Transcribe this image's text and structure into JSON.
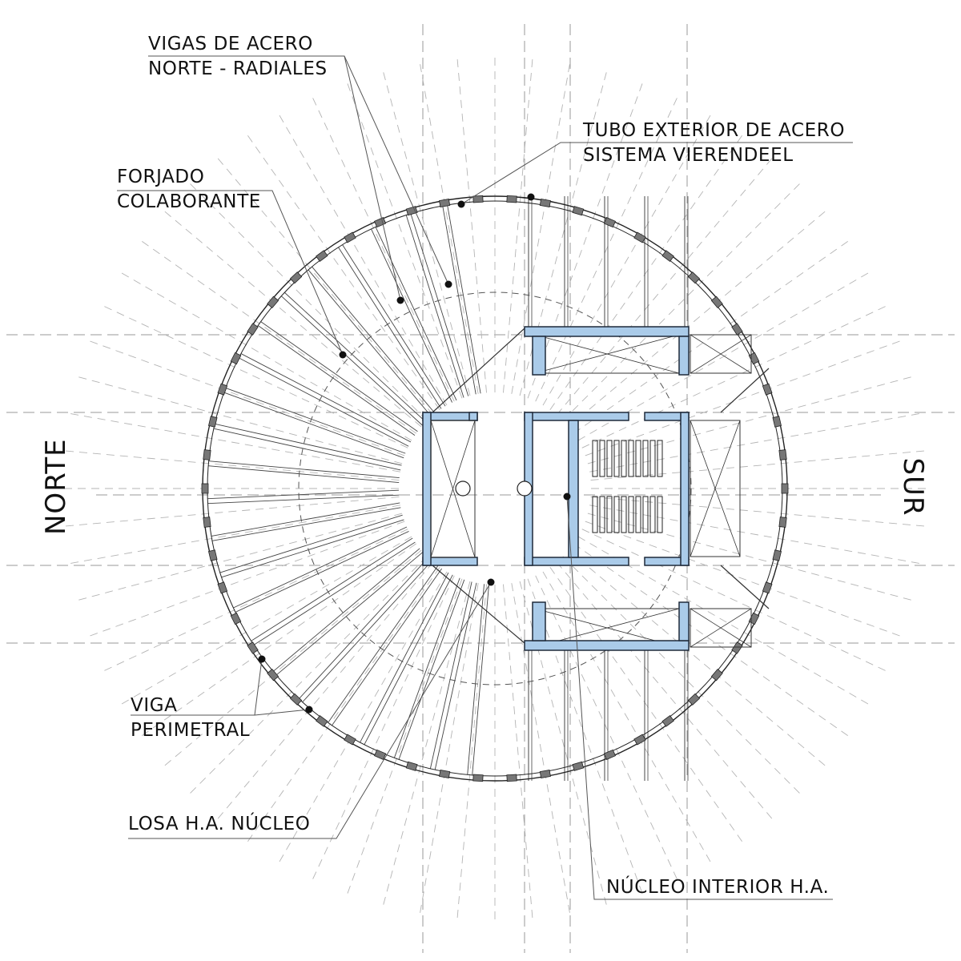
{
  "labels": {
    "vigas_acero": [
      "VIGAS DE ACERO",
      "NORTE - RADIALES"
    ],
    "tubo_exterior": [
      "TUBO EXTERIOR DE ACERO",
      "SISTEMA VIERENDEEL"
    ],
    "forjado": [
      "FORJADO",
      "COLABORANTE"
    ],
    "viga_perimetral": [
      "VIGA",
      "PERIMETRAL"
    ],
    "losa_nucleo": "LOSA H.A. NÚCLEO",
    "nucleo_interior": "NÚCLEO INTERIOR H.A."
  },
  "orientation": {
    "north": "NORTE",
    "south": "SUR"
  },
  "colors": {
    "core_wall": "#aacbe9",
    "core_wall_stroke": "#1e2a3a",
    "line": "#222222",
    "grid": "#9a9a9a"
  }
}
